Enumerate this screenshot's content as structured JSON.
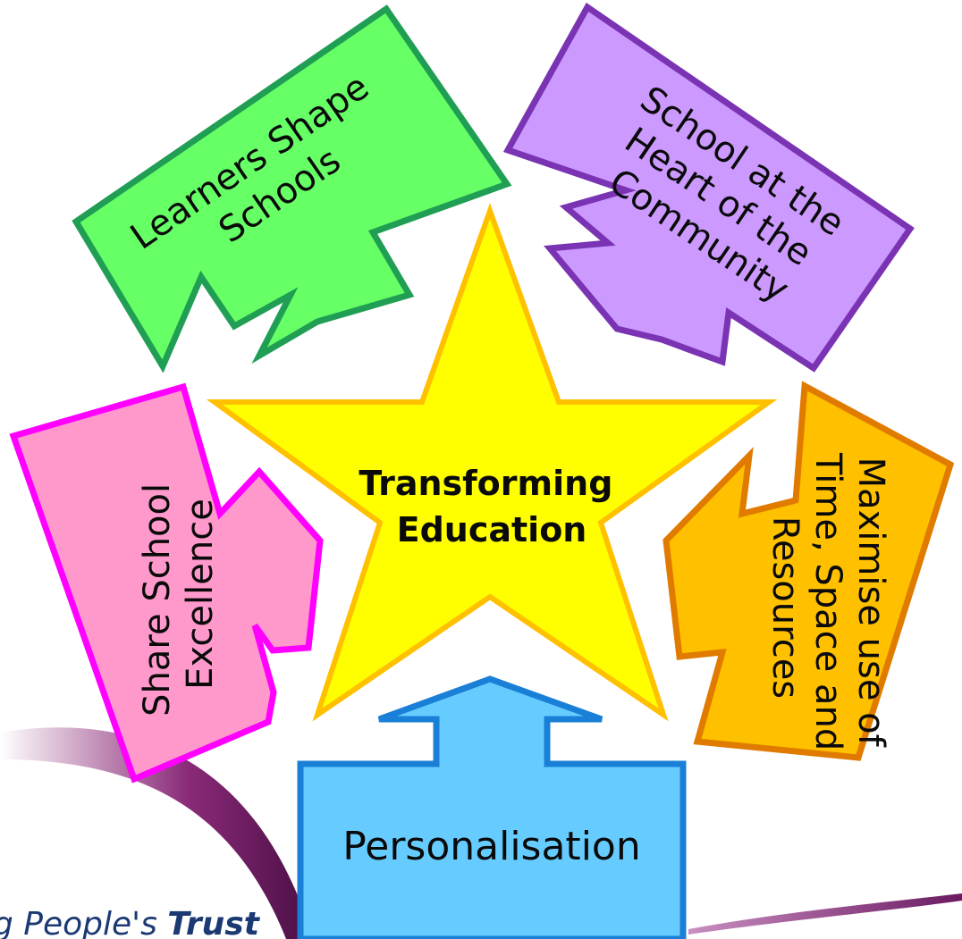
{
  "diagram": {
    "center": {
      "line1": "Transforming",
      "line2": "Education"
    },
    "arrows": {
      "learners": {
        "line1": "Learners Shape",
        "line2": "Schools",
        "fill": "#66ff66",
        "stroke": "#1f9e54"
      },
      "community": {
        "line1": "School at the",
        "line2": "Heart of the",
        "line3": "Community",
        "fill": "#cc99ff",
        "stroke": "#7a33b3"
      },
      "excellence": {
        "line1": "Share School",
        "line2": "Excellence",
        "fill": "#ff99cc",
        "stroke": "#ff00ff"
      },
      "maximise": {
        "line1": "Maximise use of",
        "line2": "Time, Space and",
        "line3": "Resources",
        "fill": "#ffc000",
        "stroke": "#e07b00"
      },
      "personalisation": {
        "line1": "Personalisation",
        "fill": "#66ccff",
        "stroke": "#1a7fd6"
      }
    },
    "star": {
      "fill": "#ffff00",
      "stroke": "#ffc000"
    }
  },
  "logo": {
    "text_regular": "g People's ",
    "text_bold": "Trust",
    "swoosh_color": "#7a1f6a"
  }
}
